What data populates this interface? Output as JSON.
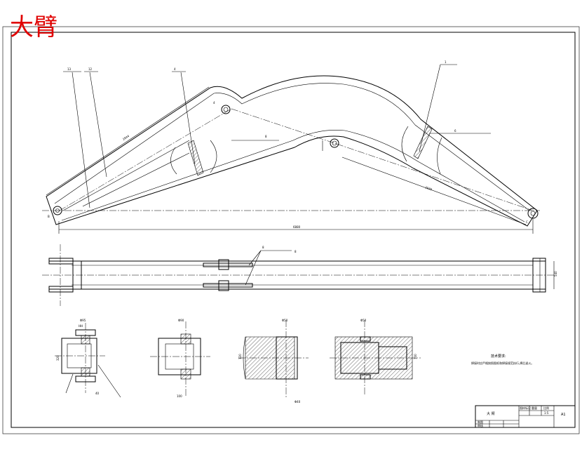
{
  "sheet_title": "大臂",
  "notes": {
    "heading": "技术要求:",
    "body": "焊接时应严格按照图纸和焊接规范执行,焊后退火。"
  },
  "title_block": {
    "name": "大  臂",
    "col_headers": [
      "图样标记",
      "重量",
      "比例"
    ],
    "scale": "1:5",
    "sheet_size": "A1",
    "row_labels": [
      "制图",
      "审核"
    ]
  },
  "dimensions": {
    "overall_length": "6880",
    "upper_chord": "2844",
    "lower_chord": "2930"
  }
}
